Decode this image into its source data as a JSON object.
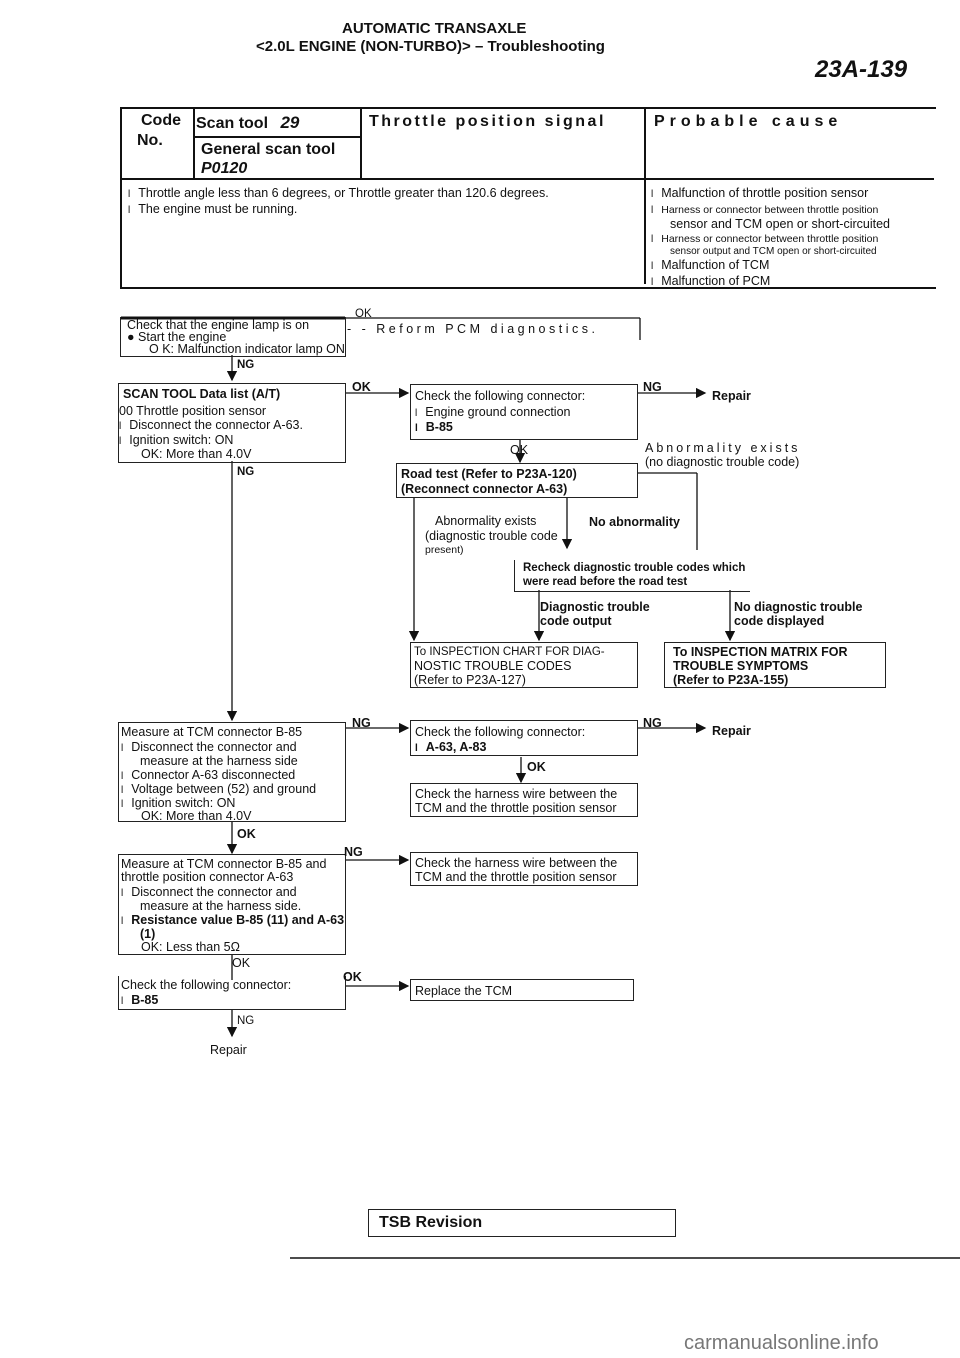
{
  "header": {
    "title_line1": "AUTOMATIC TRANSAXLE",
    "title_line2_prefix": "<2.0L",
    "title_line2_mid": "ENGINE (NON-TURBO)>",
    "title_line2_dash": "–",
    "title_line2_suffix": "Troubleshooting",
    "page_number": "23A-139"
  },
  "code_table": {
    "code_label": "Code",
    "no_label": "No.",
    "scan_tool_label": "Scan tool",
    "scan_tool_code": "29",
    "general_scan_tool_label": "General scan tool",
    "general_code": "P0120",
    "signal_title": "Throttle position signal",
    "probable_cause_label": "Probable cause",
    "conditions": [
      "Throttle angle less than 6 degrees, or Throttle greater than 120.6 degrees.",
      "The engine must be running."
    ],
    "causes": [
      "Malfunction of throttle position sensor",
      "Harness or connector between throttle position",
      "sensor and TCM open or short-circuited",
      "Harness or connector between throttle position",
      "sensor output and TCM open or short-circuited",
      "Malfunction of TCM",
      "Malfunction of PCM"
    ],
    "bullet": "l"
  },
  "flow": {
    "check_lamp": {
      "line1": "Check that the engine lamp is on",
      "line2": "● Start the engine",
      "line3": "O K: Malfunction indicator lamp ON"
    },
    "ok_label": "OK",
    "ng_label": "NG",
    "reform": "- - Reform PCM diagnostics.",
    "scan_tool_box": {
      "line1": "SCAN TOOL Data list (A/T)",
      "line2": "00 Throttle position sensor",
      "line3": "Disconnect the connector A-63.",
      "line4": "Ignition switch: ON",
      "line5": "OK: More than 4.0V"
    },
    "check_connector_1": {
      "line1": "Check the following connector:",
      "line2": "Engine ground connection",
      "line3": "B-85"
    },
    "repair": "Repair",
    "abnormality_exists": "Abnormality exists",
    "no_diag_code": "(no diagnostic trouble code)",
    "road_test": {
      "line1": "Road test (Refer to P23A-120)",
      "line2": "(Reconnect connector A-63)"
    },
    "abnormality_exists_box": {
      "line1": "Abnormality exists",
      "line2": "(diagnostic trouble code",
      "line3": "present)"
    },
    "no_abnormality": "No abnormality",
    "recheck": {
      "line1": "Recheck diagnostic trouble codes which",
      "line2": "were read before the road test"
    },
    "dtc_output": {
      "line1": "Diagnostic trouble",
      "line2": "code output"
    },
    "no_dtc": {
      "line1": "No diagnostic trouble",
      "line2": "code displayed"
    },
    "inspection_chart": {
      "line1": "To INSPECTION CHART FOR DIAG-",
      "line2": "NOSTIC TROUBLE CODES",
      "line3": "(Refer to P23A-127)"
    },
    "inspection_matrix": {
      "line1": "To INSPECTION MATRIX FOR",
      "line2": "TROUBLE SYMPTOMS",
      "line3": "(Refer to P23A-155)"
    },
    "measure_1": {
      "line1": "Measure at TCM connector B-85",
      "line2": "Disconnect the connector and",
      "line3": "measure at the harness side",
      "line4": "Connector A-63 disconnected",
      "line5": "Voltage between (52) and ground",
      "line6": "Ignition switch: ON",
      "line7": "OK: More than 4.0V"
    },
    "check_connector_2": {
      "line1": "Check the following connector:",
      "line2": "A-63, A-83"
    },
    "check_harness_1": {
      "line1": "Check the harness wire between the",
      "line2": "TCM and the throttle position sensor"
    },
    "measure_2": {
      "line1": "Measure at TCM connector B-85 and",
      "line2": "throttle position connector A-63",
      "line3": "Disconnect the connector and",
      "line4": "measure at the harness side.",
      "line5": "Resistance value B-85 (11) and A-63",
      "line6": "(1)",
      "line7": "OK: Less than 5Ω"
    },
    "check_harness_2": {
      "line1": "Check the harness wire between the",
      "line2": "TCM and the throttle position sensor"
    },
    "check_connector_3": {
      "line1": "Check the following connector:",
      "line2": "B-85"
    },
    "replace_tcm": "Replace the TCM",
    "final_repair": "Repair"
  },
  "footer": {
    "tsb": "TSB Revision",
    "watermark": "carmanualsonline.info"
  }
}
